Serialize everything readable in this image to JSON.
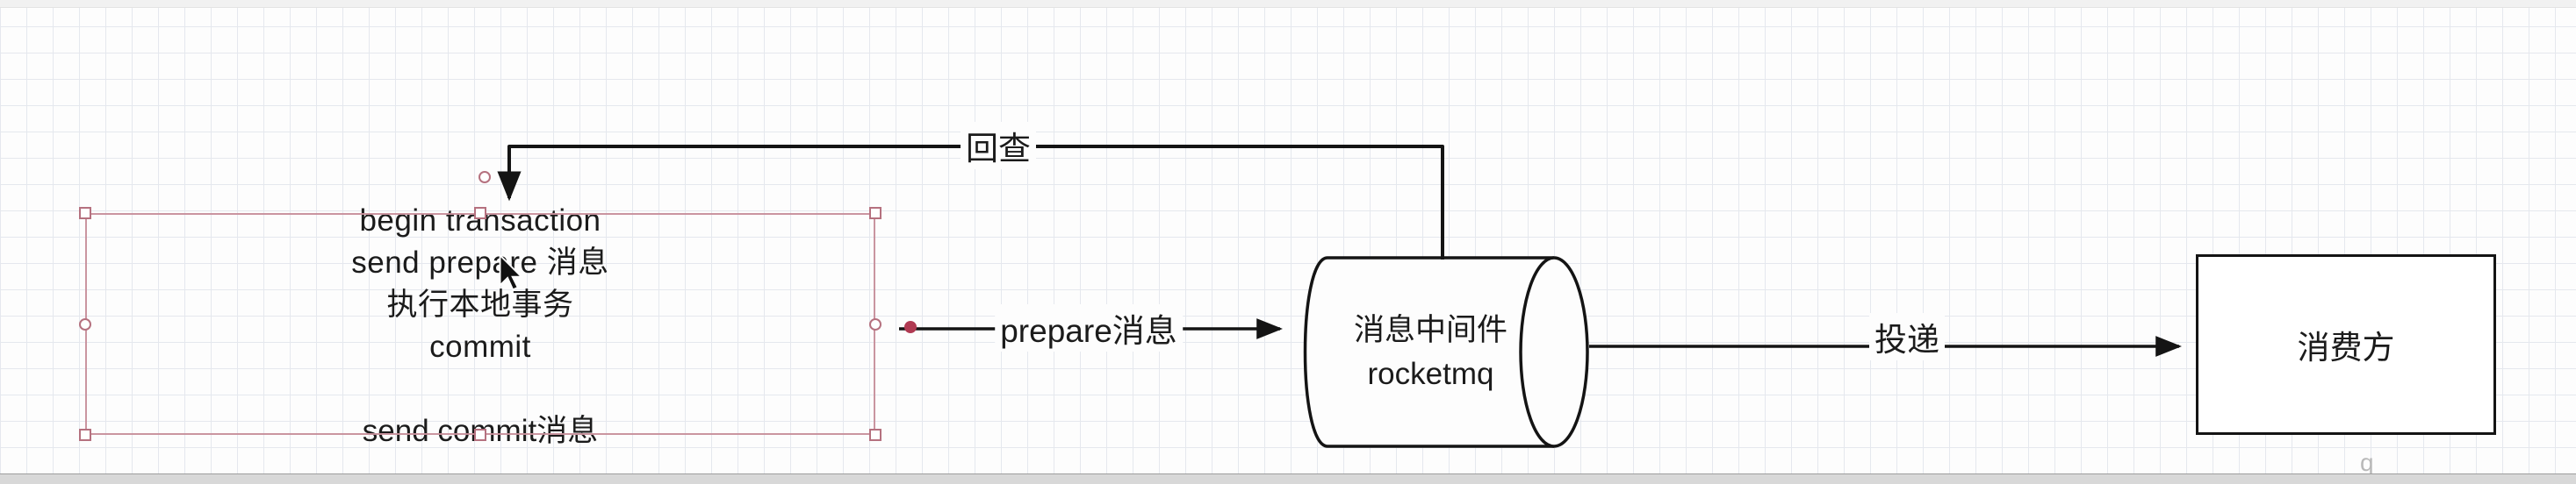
{
  "producer": {
    "lines": [
      "begin transaction",
      "send prepare 消息",
      "执行本地事务",
      "commit"
    ],
    "commit_line": "send commit消息"
  },
  "broker": {
    "name_line1": "消息中间件",
    "name_line2": "rocketmq"
  },
  "consumer": {
    "label": "消费方"
  },
  "edges": {
    "prepare_label": "prepare消息",
    "callback_label": "回查",
    "deliver_label": "投递"
  },
  "canvas": {
    "watermark": "q"
  },
  "colors": {
    "stroke": "#141414",
    "selection": "#c78f9b",
    "endpoint_dot": "#b03a52",
    "grid": "#e5e8ee"
  }
}
